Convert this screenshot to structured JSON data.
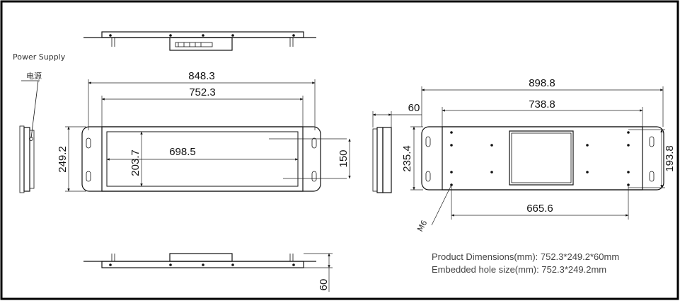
{
  "labels": {
    "power_supply_en": "Power Supply",
    "power_supply_cn": "电源",
    "mount_thread": "M6"
  },
  "dimensions": {
    "front_overall_width": "848.3",
    "front_frame_width": "752.3",
    "front_overall_height": "249.2",
    "front_window_height": "203.7",
    "front_window_width": "698.5",
    "front_hole_spacing": "150",
    "side_depth": "60",
    "back_overall_width": "898.8",
    "back_frame_width": "738.8",
    "back_overall_height": "235.4",
    "back_hole_spacing": "193.8",
    "back_hole_width": "665.6",
    "bottom_depth": "60"
  },
  "notes": {
    "product_dimensions": "Product Dimensions(mm): 752.3*249.2*60mm",
    "embedded_hole_size": "Embedded hole size(mm): 752.3*249.2mm"
  },
  "colors": {
    "line": "#111111",
    "note_text": "#444444",
    "frame": "#000000"
  }
}
